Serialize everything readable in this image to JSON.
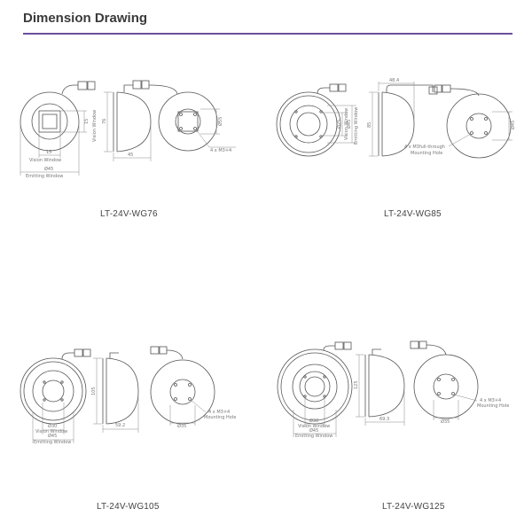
{
  "header": {
    "title": "Dimension Drawing"
  },
  "colors": {
    "rule": "#6b4f9a",
    "line": "#555555",
    "dim": "#888888",
    "text": "#444444"
  },
  "drawings": {
    "wg76": {
      "model": "LT-24V-WG76",
      "front_dims": [
        "15",
        "15",
        "Ø45"
      ],
      "front_labels": [
        "Vision Window",
        "Emitting Window"
      ],
      "side_dims": [
        "76",
        "45"
      ],
      "side_labels": [
        "Vision Window"
      ],
      "back_dims": [
        "Ø55"
      ],
      "back_labels": [
        "4 x M3∓4"
      ]
    },
    "wg85": {
      "model": "LT-24V-WG85",
      "front_dims": [
        "Ø25",
        "Ø45"
      ],
      "front_labels": [
        "Vision Window",
        "Emitting Window"
      ],
      "side_dims": [
        "48.4",
        "85"
      ],
      "back_dims": [
        "Ø45"
      ],
      "back_labels": [
        "4 x M3full-through",
        "Mounting Hole"
      ]
    },
    "wg105": {
      "model": "LT-24V-WG105",
      "front_dims": [
        "Ø30",
        "Ø45"
      ],
      "front_labels": [
        "Vision Window",
        "Emitting Window"
      ],
      "side_dims": [
        "105",
        "59.2"
      ],
      "back_dims": [
        "Ø35"
      ],
      "back_labels": [
        "4 x M3∓4",
        "Mounting Hole"
      ]
    },
    "wg125": {
      "model": "LT-24V-WG125",
      "front_dims": [
        "Ø30",
        "Ø45"
      ],
      "front_labels": [
        "Vision Window",
        "Emitting Window"
      ],
      "side_dims": [
        "125",
        "69.3"
      ],
      "back_dims": [
        "Ø35"
      ],
      "back_labels": [
        "4 x M3∓4",
        "Mounting Hole"
      ]
    }
  }
}
